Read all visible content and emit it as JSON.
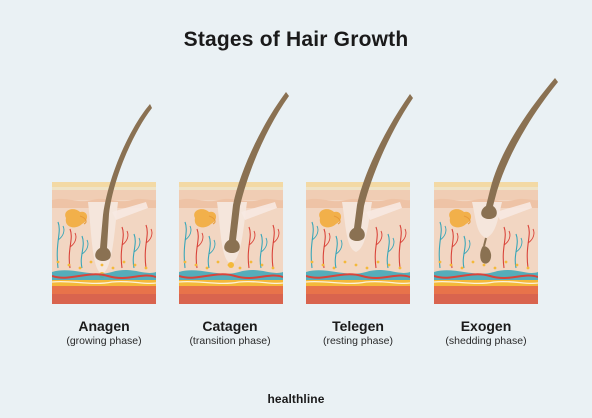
{
  "title": "Stages of Hair Growth",
  "stages": [
    {
      "name": "Anagen",
      "description": "(growing phase)"
    },
    {
      "name": "Catagen",
      "description": "(transition phase)"
    },
    {
      "name": "Telegen",
      "description": "(resting phase)"
    },
    {
      "name": "Exogen",
      "description": "(shedding phase)"
    }
  ],
  "brand": "healthline",
  "colors": {
    "background": "#eaf1f4",
    "hair": "#8a7152",
    "skin_top": "#f3d9a4",
    "dermis": "#f2d6c2",
    "vein_blue": "#3aa6b8",
    "artery_red": "#d9443a",
    "fat_yellow": "#f4b93a",
    "fat_orange": "#e8734a",
    "bottom_band": "#d9644e",
    "gland": "#f2b04a"
  }
}
